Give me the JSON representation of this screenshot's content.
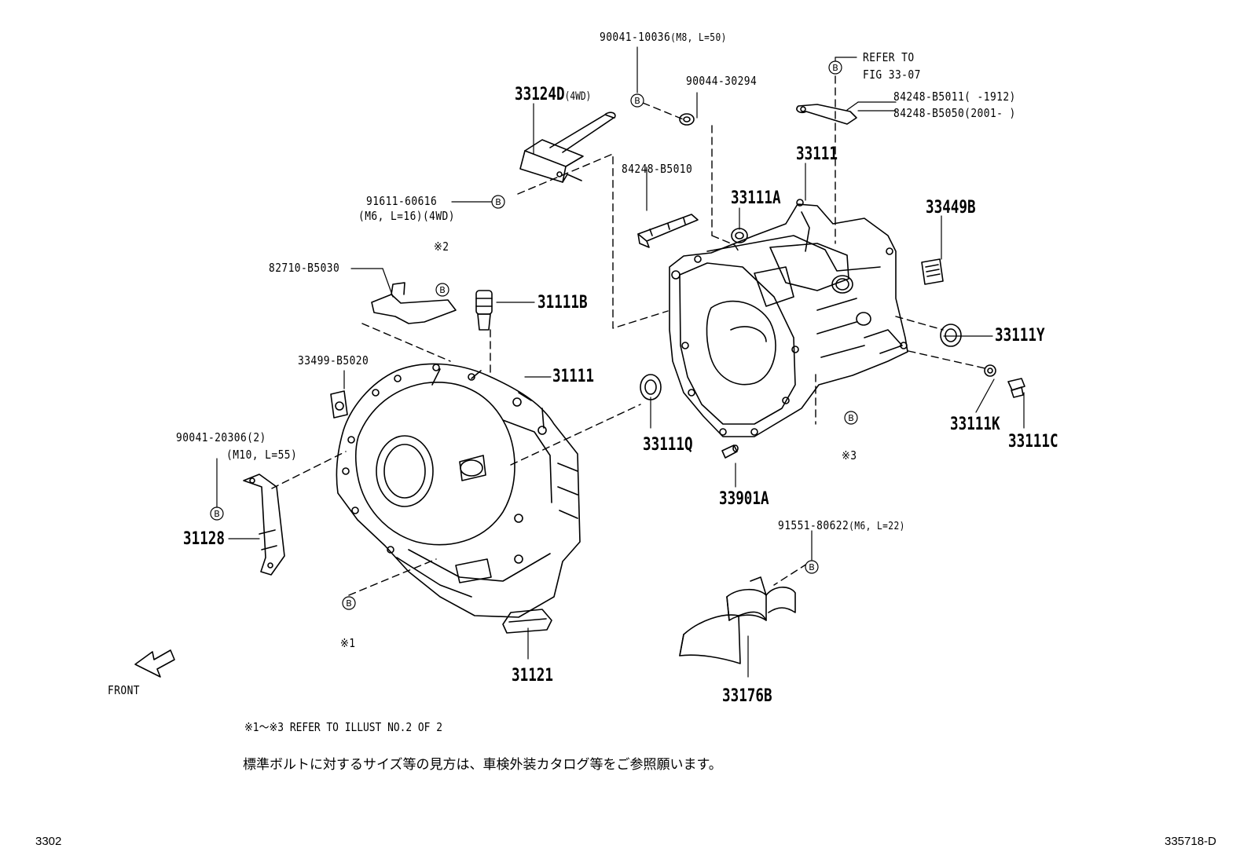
{
  "labels": {
    "p90041_10036": "90041-10036",
    "p90041_10036_spec": "(M8, L=50)",
    "p90044_30294": "90044-30294",
    "refer_to": "REFER TO",
    "fig_33_07": "FIG 33-07",
    "p84248_B5011": "84248-B5011",
    "p84248_B5011_range": "(     -1912)",
    "p84248_B5050": "84248-B5050",
    "p84248_B5050_range": "(2001-     )",
    "p33124D": "33124D",
    "p33124D_spec": "(4WD)",
    "p84248_B5010": "84248-B5010",
    "p33111": "33111",
    "p33111A": "33111A",
    "p33449B": "33449B",
    "p91611_60616": "91611-60616",
    "p91611_60616_spec": "(M6, L=16)(4WD)",
    "ref2": "※2",
    "p82710_B5030": "82710-B5030",
    "p31111B": "31111B",
    "p33111Y": "33111Y",
    "p33499_B5020": "33499-B5020",
    "p31111": "31111",
    "p90041_20306": "90041-20306(2)",
    "p90041_20306_spec": "(M10, L=55)",
    "p33111Q": "33111Q",
    "p33111K": "33111K",
    "p33111C": "33111C",
    "ref3": "※3",
    "p33901A": "33901A",
    "p31128": "31128",
    "p91551_80622": "91551-80622",
    "p91551_80622_spec": "(M6, L=22)",
    "ref1": "※1",
    "p31121": "31121",
    "p33176B": "33176B",
    "front": "FRONT",
    "bolt_marker": "B"
  },
  "notes": {
    "refer_illust": "※1～※3  REFER TO ILLUST NO.2 OF 2",
    "japanese": "標準ボルトに対するサイズ等の見方は、車検外装カタログ等をご参照願います。"
  },
  "footer": {
    "page_code": "3302",
    "fig_code": "335718-D"
  }
}
